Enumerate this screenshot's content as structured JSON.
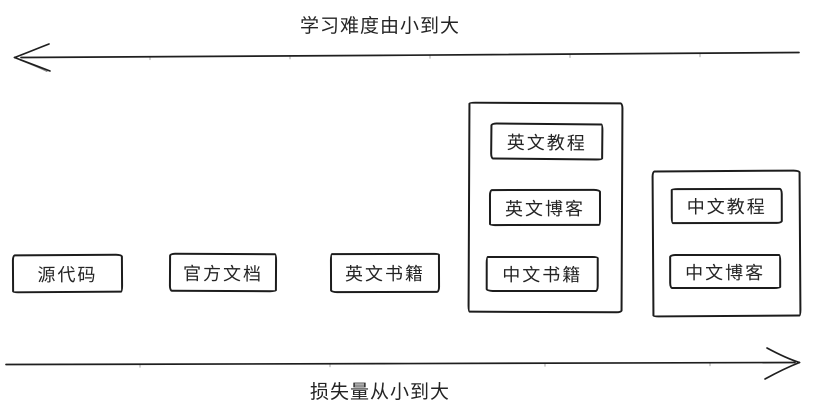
{
  "arrows": {
    "top": {
      "label": "学习难度由小到大",
      "direction": "left"
    },
    "bottom": {
      "label": "损失量从小到大",
      "direction": "right"
    }
  },
  "boxes": {
    "source_code": "源代码",
    "official_docs": "官方文档",
    "english_books": "英文书籍",
    "english_tutorial": "英文教程",
    "english_blog": "英文博客",
    "chinese_books": "中文书籍",
    "chinese_tutorial": "中文教程",
    "chinese_blog": "中文博客"
  },
  "colors": {
    "stroke": "#1c1c1c",
    "background": "#ffffff"
  }
}
